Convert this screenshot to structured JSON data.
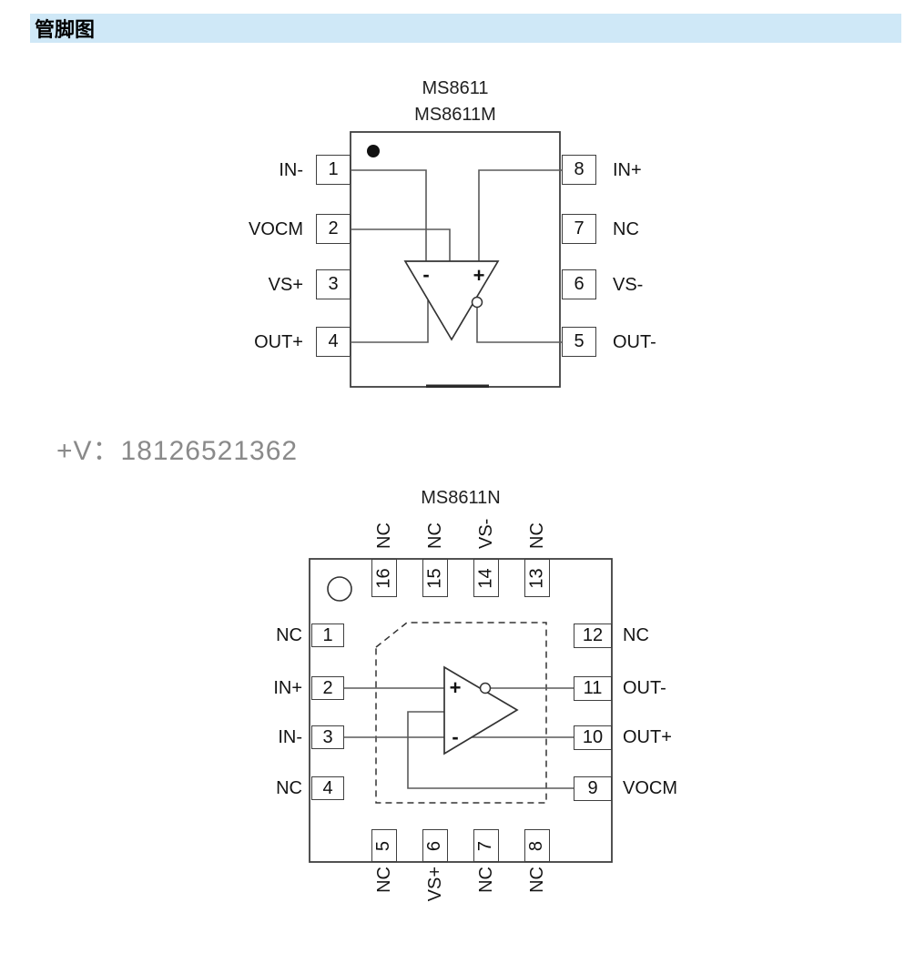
{
  "header": {
    "title": "管脚图"
  },
  "watermark": {
    "text": "+V：18126521362"
  },
  "colors": {
    "header_bg": "#cfe8f7",
    "outline": "#3f3f3f",
    "wire": "#5a5a5a",
    "watermark_gray": "#8a8a8a"
  },
  "diagram1": {
    "title_line1": "MS8611",
    "title_line2": "MS8611M",
    "left_pins": [
      {
        "num": "1",
        "label": "IN-"
      },
      {
        "num": "2",
        "label": "VOCM"
      },
      {
        "num": "3",
        "label": "VS+"
      },
      {
        "num": "4",
        "label": "OUT+"
      }
    ],
    "right_pins": [
      {
        "num": "8",
        "label": "IN+"
      },
      {
        "num": "7",
        "label": "NC"
      },
      {
        "num": "6",
        "label": "VS-"
      },
      {
        "num": "5",
        "label": "OUT-"
      }
    ],
    "opamp": {
      "minus": "-",
      "plus": "+"
    }
  },
  "diagram2": {
    "title": "MS8611N",
    "top_pins": [
      {
        "num": "16",
        "label": "NC"
      },
      {
        "num": "15",
        "label": "NC"
      },
      {
        "num": "14",
        "label": "VS-"
      },
      {
        "num": "13",
        "label": "NC"
      }
    ],
    "left_pins": [
      {
        "num": "1",
        "label": "NC"
      },
      {
        "num": "2",
        "label": "IN+"
      },
      {
        "num": "3",
        "label": "IN-"
      },
      {
        "num": "4",
        "label": "NC"
      }
    ],
    "right_pins": [
      {
        "num": "12",
        "label": "NC"
      },
      {
        "num": "11",
        "label": "OUT-"
      },
      {
        "num": "10",
        "label": "OUT+"
      },
      {
        "num": "9",
        "label": "VOCM"
      }
    ],
    "bottom_pins": [
      {
        "num": "5",
        "label": "NC"
      },
      {
        "num": "6",
        "label": "VS+"
      },
      {
        "num": "7",
        "label": "NC"
      },
      {
        "num": "8",
        "label": "NC"
      }
    ],
    "opamp": {
      "plus": "+",
      "minus": "-"
    }
  }
}
